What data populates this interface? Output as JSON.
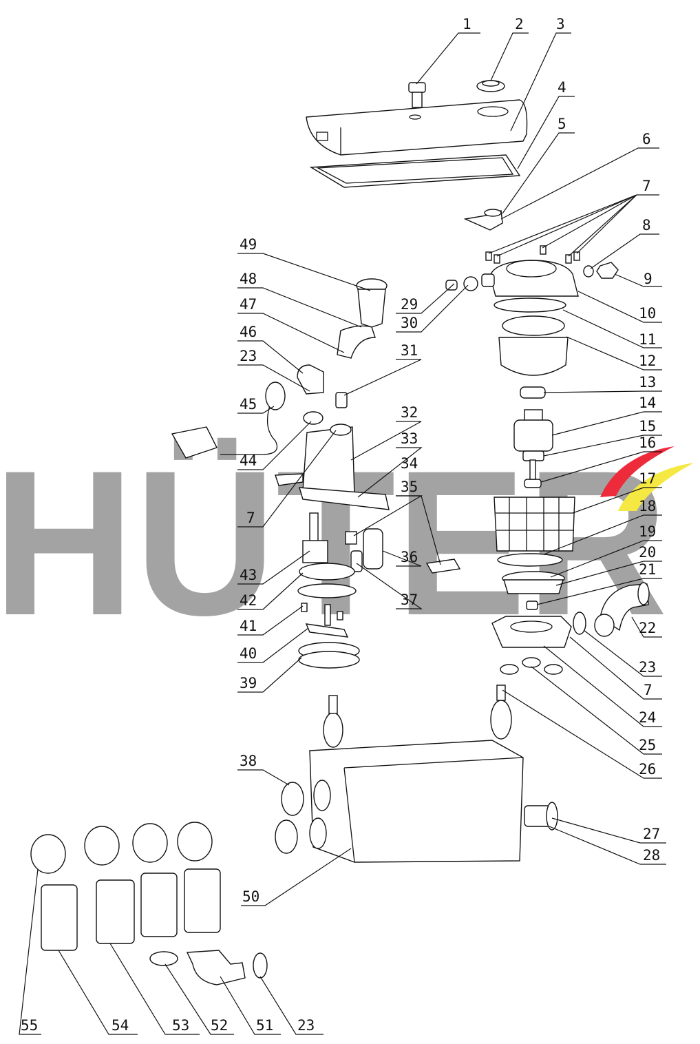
{
  "watermark": {
    "text": "HÜTER",
    "color": "#999999",
    "accent_colors": [
      "#ee2b3b",
      "#f5e842"
    ]
  },
  "callouts": [
    {
      "id": "c1",
      "label": "1"
    },
    {
      "id": "c2",
      "label": "2"
    },
    {
      "id": "c3",
      "label": "3"
    },
    {
      "id": "c4",
      "label": "4"
    },
    {
      "id": "c5",
      "label": "5"
    },
    {
      "id": "c6",
      "label": "6"
    },
    {
      "id": "c7a",
      "label": "7"
    },
    {
      "id": "c8",
      "label": "8"
    },
    {
      "id": "c9",
      "label": "9"
    },
    {
      "id": "c10",
      "label": "10"
    },
    {
      "id": "c11",
      "label": "11"
    },
    {
      "id": "c12",
      "label": "12"
    },
    {
      "id": "c13",
      "label": "13"
    },
    {
      "id": "c14",
      "label": "14"
    },
    {
      "id": "c15",
      "label": "15"
    },
    {
      "id": "c16",
      "label": "16"
    },
    {
      "id": "c17",
      "label": "17"
    },
    {
      "id": "c18",
      "label": "18"
    },
    {
      "id": "c19",
      "label": "19"
    },
    {
      "id": "c20",
      "label": "20"
    },
    {
      "id": "c21",
      "label": "21"
    },
    {
      "id": "c22",
      "label": "22"
    },
    {
      "id": "c23a",
      "label": "23"
    },
    {
      "id": "c7b",
      "label": "7"
    },
    {
      "id": "c24",
      "label": "24"
    },
    {
      "id": "c25",
      "label": "25"
    },
    {
      "id": "c26",
      "label": "26"
    },
    {
      "id": "c27",
      "label": "27"
    },
    {
      "id": "c28",
      "label": "28"
    },
    {
      "id": "c29",
      "label": "29"
    },
    {
      "id": "c30",
      "label": "30"
    },
    {
      "id": "c31",
      "label": "31"
    },
    {
      "id": "c32",
      "label": "32"
    },
    {
      "id": "c33",
      "label": "33"
    },
    {
      "id": "c34",
      "label": "34"
    },
    {
      "id": "c35",
      "label": "35"
    },
    {
      "id": "c36",
      "label": "36"
    },
    {
      "id": "c37",
      "label": "37"
    },
    {
      "id": "c49",
      "label": "49"
    },
    {
      "id": "c48",
      "label": "48"
    },
    {
      "id": "c47",
      "label": "47"
    },
    {
      "id": "c46",
      "label": "46"
    },
    {
      "id": "c23b",
      "label": "23"
    },
    {
      "id": "c45",
      "label": "45"
    },
    {
      "id": "c44",
      "label": "44"
    },
    {
      "id": "c7c",
      "label": "7"
    },
    {
      "id": "c43",
      "label": "43"
    },
    {
      "id": "c42",
      "label": "42"
    },
    {
      "id": "c41",
      "label": "41"
    },
    {
      "id": "c40",
      "label": "40"
    },
    {
      "id": "c39",
      "label": "39"
    },
    {
      "id": "c38",
      "label": "38"
    },
    {
      "id": "c50",
      "label": "50"
    },
    {
      "id": "c55",
      "label": "55"
    },
    {
      "id": "c54",
      "label": "54"
    },
    {
      "id": "c53",
      "label": "53"
    },
    {
      "id": "c52",
      "label": "52"
    },
    {
      "id": "c51",
      "label": "51"
    },
    {
      "id": "c23c",
      "label": "23"
    }
  ]
}
